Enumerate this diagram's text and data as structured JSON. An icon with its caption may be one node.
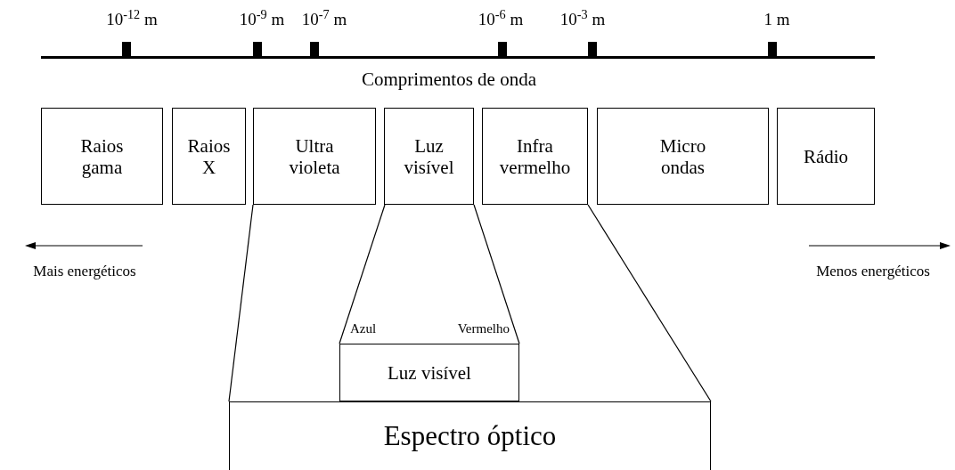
{
  "diagram": {
    "nodes": [
      {
        "text": [
          "Raios gama"
        ]
      },
      {
        "text": [
          "Raios X"
        ]
      },
      {
        "text": [
          "Ultra violeta"
        ]
      },
      {
        "text": [
          "Luz visível"
        ]
      },
      {
        "text": [
          "Infra vermelho"
        ]
      },
      {
        "text": [
          "Micro ondas"
        ]
      },
      {
        "text": [
          "Rádio"
        ]
      },
      {
        "text": [
          "Luz visível"
        ]
      },
      {
        "text": [
          "Espectro óptico"
        ]
      }
    ],
    "edges": [
      {
        "from": 2,
        "to": 8,
        "arrow": "none"
      },
      {
        "from": 4,
        "to": 8,
        "arrow": "none"
      },
      {
        "from": 3,
        "to": 7,
        "arrow": "none"
      },
      {
        "from": 3,
        "to": 7,
        "arrow": "none"
      }
    ],
    "labels": [
      "10$^{-12}$ m",
      "10$^{-9}$ m",
      "10$^{-7}$ m",
      "10$^{-6}$ m",
      "10$^{-3}$ m",
      "1 m",
      "Comprimentos de onda",
      "Mais energéticos",
      "Menos energéticos",
      "Azul",
      "Vermelho"
    ]
  }
}
